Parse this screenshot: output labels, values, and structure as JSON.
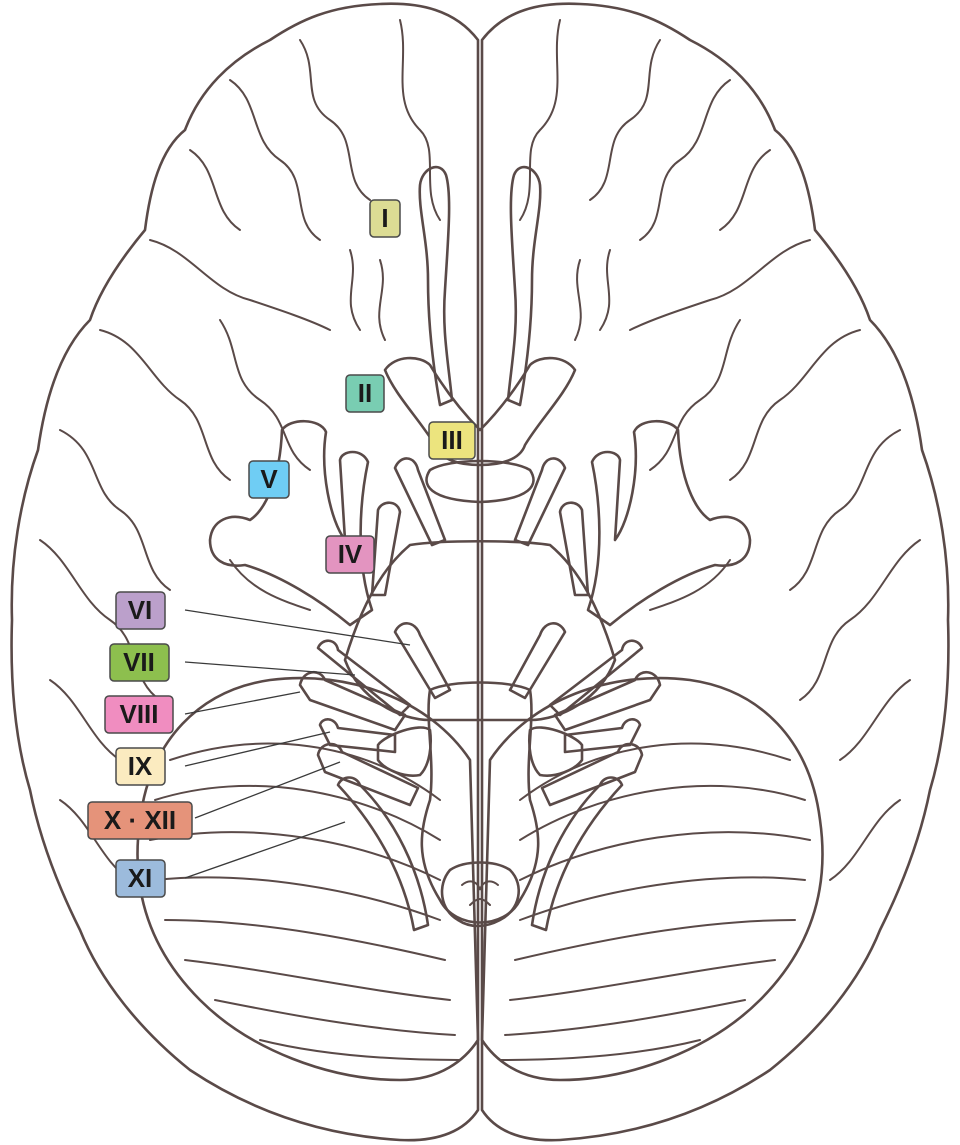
{
  "labels": {
    "n1": "I",
    "n2": "II",
    "n3": "III",
    "n4": "IV",
    "n5": "V",
    "n6": "VI",
    "n7": "VII",
    "n8": "VIII",
    "n9": "IX",
    "n10_12": "X · XII",
    "n11": "XI"
  },
  "colors": {
    "brain": "#efdcda",
    "brain_outline": "#5a4a48",
    "cerebellum": "#dcc4b2",
    "brainstem": "#e3e3e5",
    "I": "#dcdc94",
    "II": "#79cdb2",
    "III": "#ece47e",
    "IV": "#e394c0",
    "V": "#6fcdf4",
    "VI": "#bba0cb",
    "VII": "#8dbf4e",
    "VIII": "#f08dc0",
    "IX": "#fbebc0",
    "X_XII": "#e5937a",
    "XI": "#9cbbdc"
  }
}
